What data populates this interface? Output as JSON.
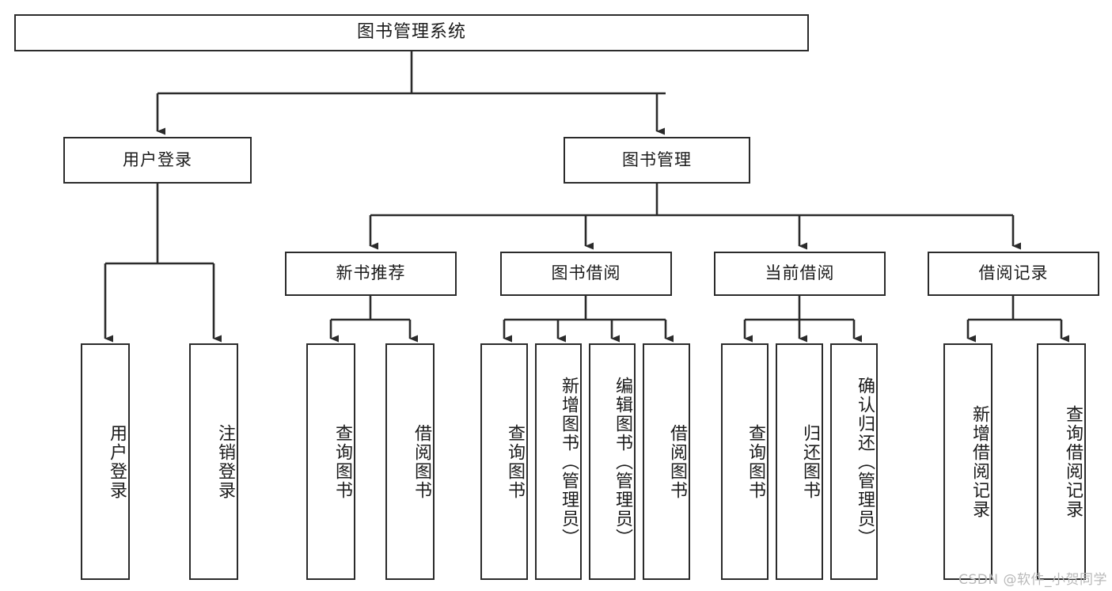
{
  "diagram": {
    "title": "图书管理系统",
    "type": "tree-hierarchy-chart",
    "root": {
      "id": "root",
      "label": "图书管理系统"
    },
    "level1": [
      {
        "id": "user-login",
        "label": "用户登录"
      },
      {
        "id": "book-manage",
        "label": "图书管理"
      }
    ],
    "level2": [
      {
        "id": "new-book-rec",
        "label": "新书推荐",
        "parent": "book-manage"
      },
      {
        "id": "book-borrow",
        "label": "图书借阅",
        "parent": "book-manage"
      },
      {
        "id": "current-borrow",
        "label": "当前借阅",
        "parent": "book-manage"
      },
      {
        "id": "borrow-record",
        "label": "借阅记录",
        "parent": "book-manage"
      }
    ],
    "leaves": [
      {
        "id": "leaf-user-login",
        "label": "用户登录",
        "parent": "user-login"
      },
      {
        "id": "leaf-logout-login",
        "label": "注销登录",
        "parent": "user-login"
      },
      {
        "id": "leaf-query-book-1",
        "label": "查询图书",
        "parent": "new-book-rec"
      },
      {
        "id": "leaf-borrow-book-1",
        "label": "借阅图书",
        "parent": "new-book-rec"
      },
      {
        "id": "leaf-query-book-2",
        "label": "查询图书",
        "parent": "book-borrow"
      },
      {
        "id": "leaf-add-book",
        "label": "新增图书（管理员）",
        "parent": "book-borrow"
      },
      {
        "id": "leaf-edit-book",
        "label": "编辑图书（管理员）",
        "parent": "book-borrow"
      },
      {
        "id": "leaf-borrow-book-2",
        "label": "借阅图书",
        "parent": "book-borrow"
      },
      {
        "id": "leaf-query-book-3",
        "label": "查询图书",
        "parent": "current-borrow"
      },
      {
        "id": "leaf-return-book",
        "label": "归还图书",
        "parent": "current-borrow"
      },
      {
        "id": "leaf-confirm-return",
        "label": "确认归还（管理员）",
        "parent": "current-borrow"
      },
      {
        "id": "leaf-add-record",
        "label": "新增借阅记录",
        "parent": "borrow-record"
      },
      {
        "id": "leaf-query-record",
        "label": "查询借阅记录",
        "parent": "borrow-record"
      }
    ]
  },
  "watermark": {
    "text": "CSDN @软件_小贺同学"
  },
  "colors": {
    "stroke": "#2b2b2b",
    "background": "#ffffff",
    "text": "#1b1b1b",
    "watermark": "#b9b9b9"
  }
}
